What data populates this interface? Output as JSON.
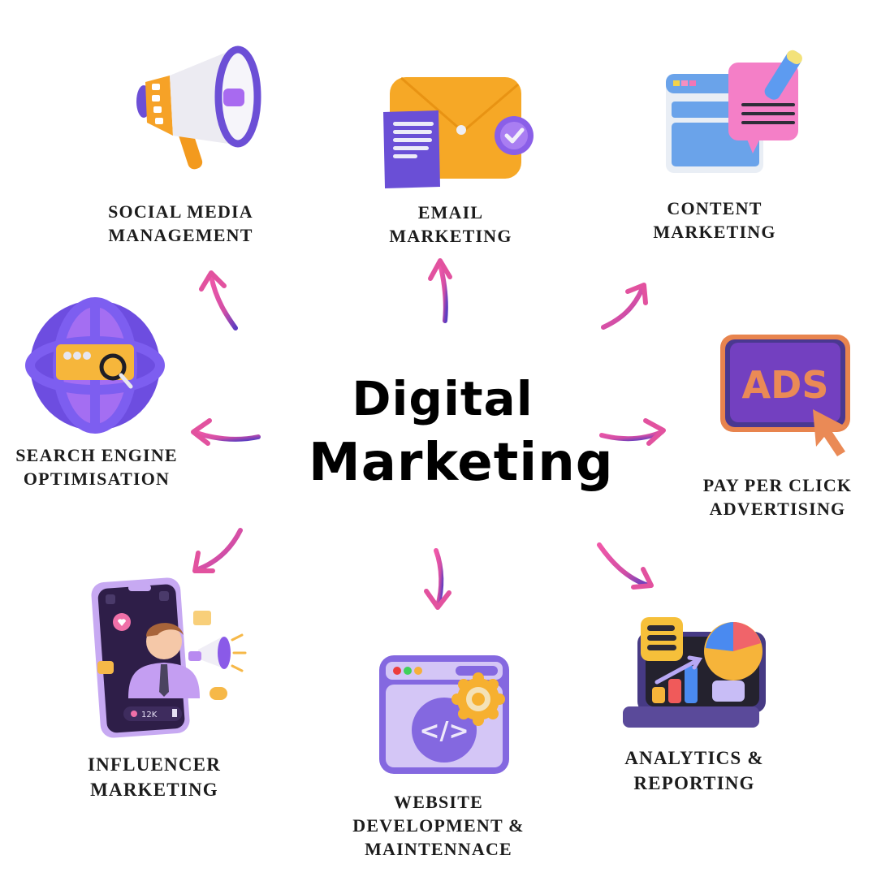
{
  "center": {
    "line1": "Digital",
    "line2": "Marketing"
  },
  "nodes": [
    {
      "id": "social-media",
      "icon": "megaphone-icon",
      "lines": [
        "SOCIAL MEDIA",
        "MANAGEMENT"
      ]
    },
    {
      "id": "email",
      "icon": "envelope-icon",
      "lines": [
        "EMAIL",
        "MARKETING"
      ]
    },
    {
      "id": "content",
      "icon": "content-edit-icon",
      "lines": [
        "CONTENT",
        "MARKETING"
      ]
    },
    {
      "id": "seo",
      "icon": "globe-search-icon",
      "lines": [
        "SEARCH ENGINE",
        "OPTIMISATION"
      ]
    },
    {
      "id": "ppc",
      "icon": "ads-click-icon",
      "lines": [
        "PAY PER CLICK",
        "ADVERTISING"
      ],
      "icon_text": "ADS"
    },
    {
      "id": "influencer",
      "icon": "influencer-phone-icon",
      "lines": [
        "INFLUENCER",
        "MARKETING"
      ],
      "icon_text": "12K"
    },
    {
      "id": "web-dev",
      "icon": "code-window-icon",
      "lines": [
        "WEBSITE",
        "DEVELOPMENT &",
        "MAINTENNACE"
      ],
      "icon_text": "</>"
    },
    {
      "id": "analytics",
      "icon": "analytics-dashboard-icon",
      "lines": [
        "ANALYTICS &",
        "REPORTING"
      ]
    }
  ],
  "colors": {
    "arrow_pink": "#e2529f",
    "arrow_purple": "#6a3fc4",
    "purple": "#7b5ce6",
    "orange": "#f5a93a",
    "text": "#1c1c1c"
  }
}
